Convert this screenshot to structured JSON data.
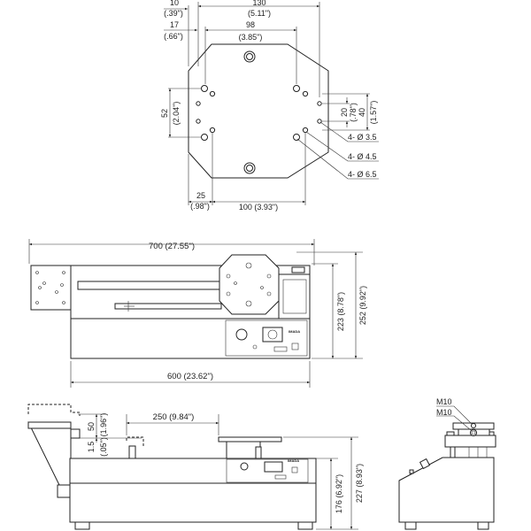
{
  "top_view": {
    "d10": "10",
    "d10_in": "(.39\")",
    "d17": "17",
    "d17_in": "(.66\")",
    "d130": "130",
    "d130_in": "(5.11\")",
    "d98": "98",
    "d98_in": "(3.85\")",
    "d52": "52",
    "d52_in": "(2.04\")",
    "d20": "20",
    "d20_in": "(.78\")",
    "d40": "40",
    "d40_in": "(1.57\")",
    "hole_a": "4- Ø 3.5",
    "hole_b": "4- Ø 4.5",
    "hole_c": "4- Ø 6.5",
    "d25": "25",
    "d25_in": "(.98\")",
    "d100": "100 (3.93\")"
  },
  "front_view": {
    "width_total": "700 (27.55\")",
    "height_223": "223 (8.78\")",
    "height_252": "252 (9.92\")",
    "width_base": "600 (23.62\")",
    "brand": "IMADA"
  },
  "side_view": {
    "stroke": "250 (9.84\")",
    "d50": "50",
    "d50_in": "(1.96\")",
    "d15": "1.5",
    "d15_in": "(.05\")",
    "height_176": "176 (6.92\")",
    "height_227": "227 (8.93\")",
    "brand": "IMADA"
  },
  "end_view": {
    "thread_1": "M10",
    "thread_2": "M10"
  }
}
